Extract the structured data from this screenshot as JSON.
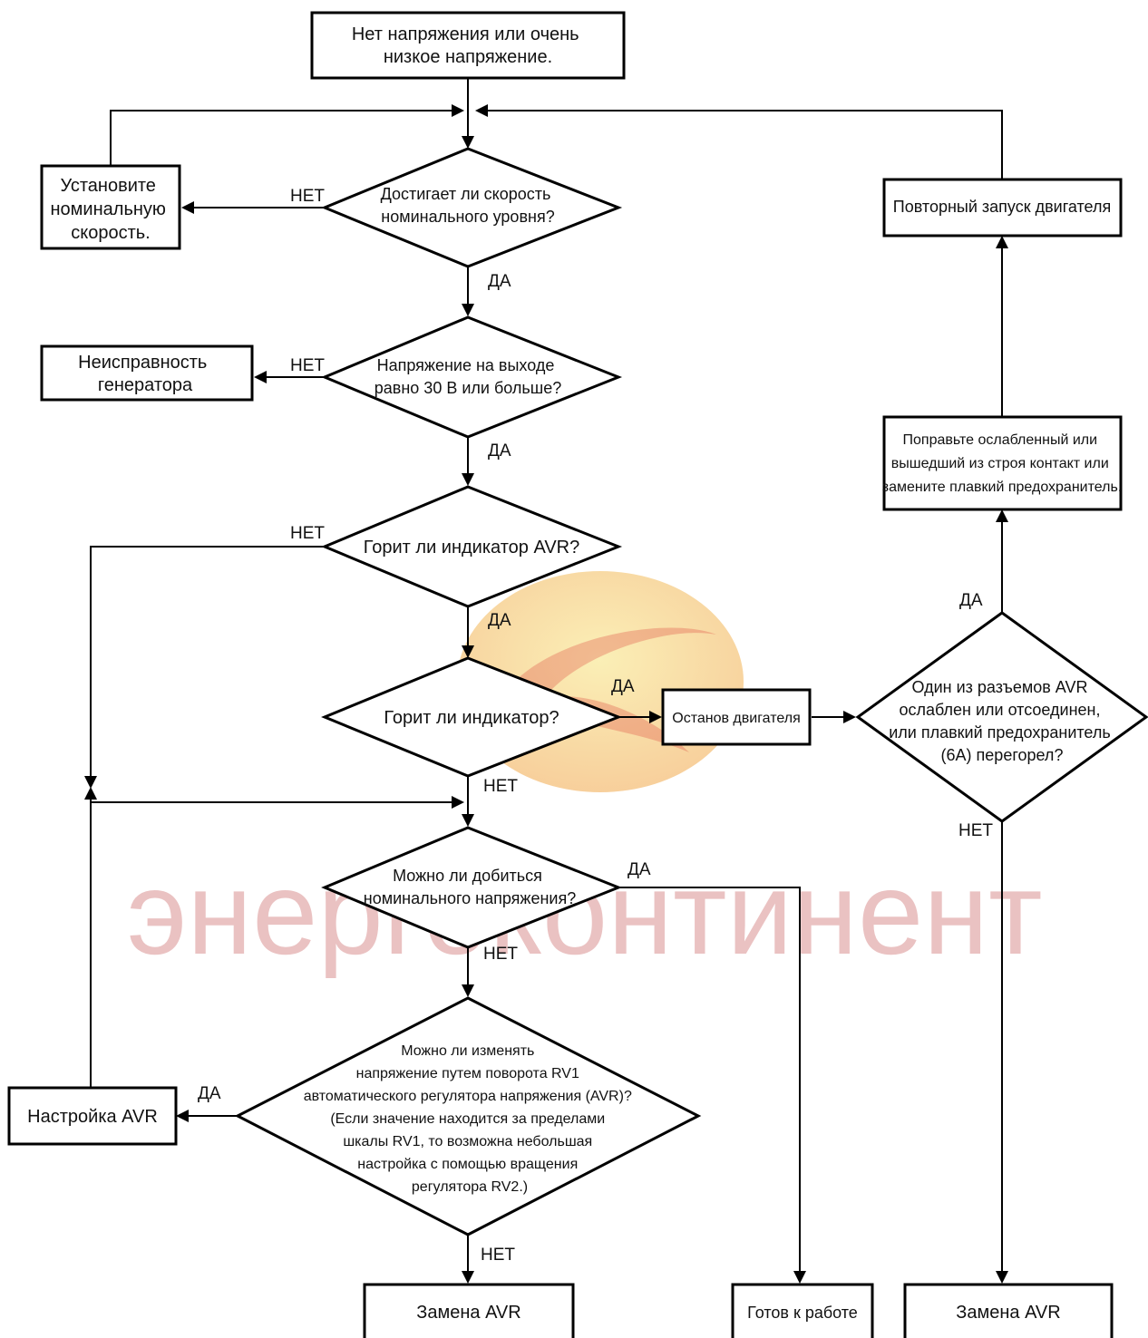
{
  "colors": {
    "line": "#000000",
    "watermark": "#c24a4a",
    "logo_yellow": "#f5c84a",
    "logo_red": "#e05a4a"
  },
  "watermark": {
    "text": "энергоконтинент",
    "logo_icon": "logo-icon"
  },
  "nodes": {
    "start": [
      "Нет напряжения или очень",
      "низкое напряжение."
    ],
    "q_speed": [
      "Достигает ли скорость",
      "номинального уровня?"
    ],
    "set_speed": [
      "Установите",
      "номинальную",
      "скорость."
    ],
    "q_voltage30": [
      "Напряжение на выходе",
      "равно 30 В или больше?"
    ],
    "gen_fault": [
      "Неисправность",
      "генератора"
    ],
    "q_avr_led": [
      "Горит ли индикатор AVR?"
    ],
    "q_led": [
      "Горит ли индикатор?"
    ],
    "engine_stop": [
      "Останов двигателя"
    ],
    "q_connectors": [
      "Один из разъемов AVR",
      "ослаблен или отсоединен,",
      "или плавкий предохранитель",
      "(6А) перегорел?"
    ],
    "fix_contact": [
      "Поправьте ослабленный или",
      "вышедший из строя контакт или",
      "замените плавкий предохранитель."
    ],
    "restart": [
      "Повторный запуск двигателя"
    ],
    "q_nominal": [
      "Можно ли добиться",
      "номинального напряжения?"
    ],
    "q_rv1": [
      "Можно ли изменять",
      "напряжение путем поворота RV1",
      "автоматического регулятора напряжения (AVR)?",
      "(Если значение находится за пределами",
      "шкалы RV1, то возможна небольшая",
      "настройка с помощью вращения",
      "регулятора RV2.)"
    ],
    "avr_adjust": [
      "Настройка AVR"
    ],
    "replace_avr_left": [
      "Замена AVR"
    ],
    "ready": [
      "Готов к работе"
    ],
    "replace_avr_right": [
      "Замена AVR"
    ]
  },
  "edge_labels": {
    "speed_no": "НЕТ",
    "speed_yes": "ДА",
    "v30_no": "НЕТ",
    "v30_yes": "ДА",
    "avrled_no": "НЕТ",
    "avrled_yes": "ДА",
    "led_yes": "ДА",
    "led_no": "НЕТ",
    "conn_yes": "ДА",
    "conn_no": "НЕТ",
    "nominal_yes": "ДА",
    "nominal_no": "НЕТ",
    "rv1_yes": "ДА",
    "rv1_no": "НЕТ"
  }
}
